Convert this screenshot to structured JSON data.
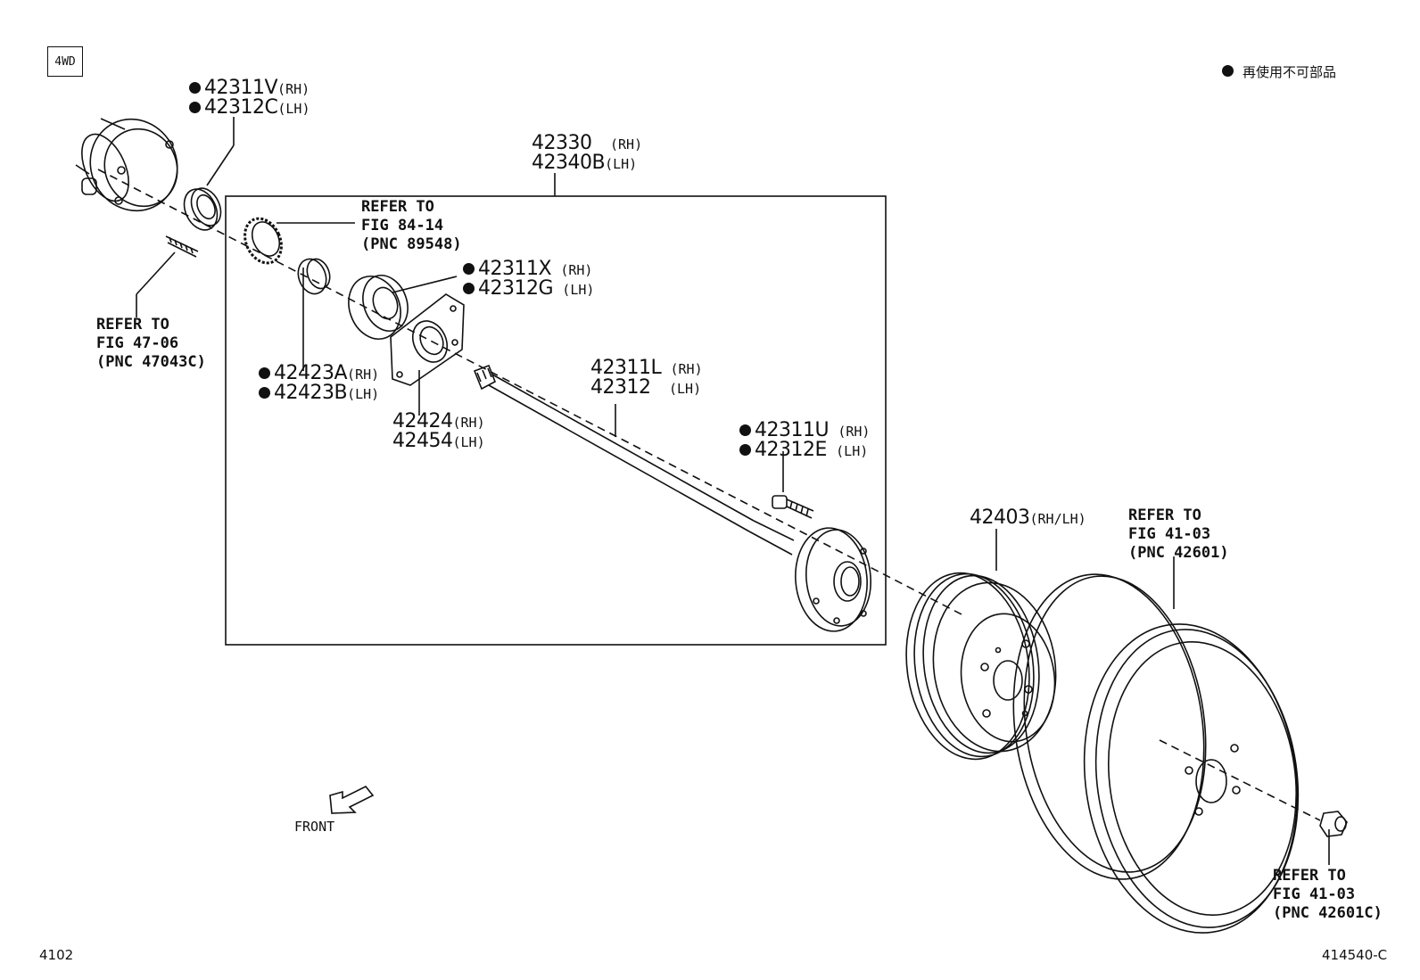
{
  "badge": "4WD",
  "legend": {
    "text": "再使用不可部品"
  },
  "labels": {
    "l42311v": {
      "num": "42311V",
      "side": "(RH)"
    },
    "l42312c": {
      "num": "42312C",
      "side": "(LH)"
    },
    "l42330": {
      "num": "42330",
      "side": "(RH)"
    },
    "l42340b": {
      "num": "42340B",
      "side": "(LH)"
    },
    "refer_84_line1": "REFER TO",
    "refer_84_line2": "FIG 84-14",
    "refer_84_line3": "(PNC 89548)",
    "l42311x": {
      "num": "42311X",
      "side": "(RH)"
    },
    "l42312g": {
      "num": "42312G",
      "side": "(LH)"
    },
    "refer_47_line1": "REFER TO",
    "refer_47_line2": "FIG 47-06",
    "refer_47_line3": "(PNC 47043C)",
    "l42423a": {
      "num": "42423A",
      "side": "(RH)"
    },
    "l42423b": {
      "num": "42423B",
      "side": "(LH)"
    },
    "l42311l": {
      "num": "42311L",
      "side": "(RH)"
    },
    "l42312": {
      "num": "42312",
      "side": "(LH)"
    },
    "l42424": {
      "num": "42424",
      "side": "(RH)"
    },
    "l42454": {
      "num": "42454",
      "side": "(LH)"
    },
    "l42311u": {
      "num": "42311U",
      "side": "(RH)"
    },
    "l42312e": {
      "num": "42312E",
      "side": "(LH)"
    },
    "l42403": {
      "num": "42403",
      "side": "(RH/LH)"
    },
    "refer_41a_line1": "REFER TO",
    "refer_41a_line2": "FIG 41-03",
    "refer_41a_line3": "(PNC 42601)",
    "refer_41b_line1": "REFER TO",
    "refer_41b_line2": "FIG 41-03",
    "refer_41b_line3": "(PNC 42601C)"
  },
  "front_label": "FRONT",
  "footer_left": "4102",
  "footer_right": "414540-C"
}
